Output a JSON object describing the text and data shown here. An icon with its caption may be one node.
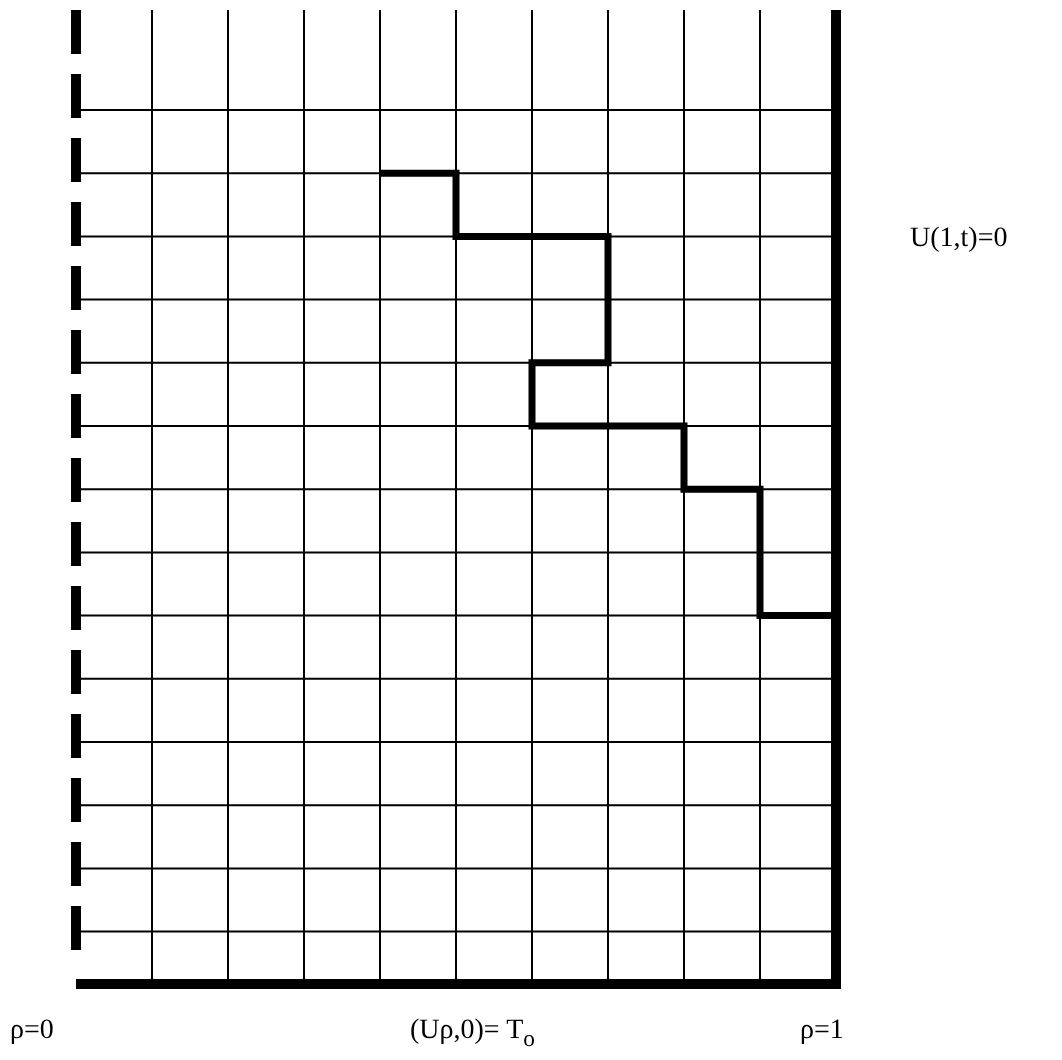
{
  "diagram": {
    "labels": [
      "U(1,t)=0",
      "ρ=0",
      "(Uρ,0)= T$_{o}$",
      "ρ=1"
    ]
  }
}
